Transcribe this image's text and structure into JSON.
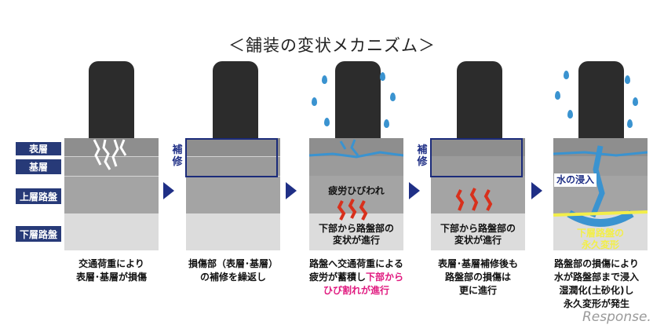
{
  "title": "＜舗装の変状メカニズム＞",
  "layers": {
    "surface": "表層",
    "base": "基層",
    "upper_subbase": "上層路盤",
    "lower_subbase": "下層路盤"
  },
  "repair_label": "補修",
  "panel3": {
    "fatigue": "疲労ひびわれ",
    "note_line1": "下部から路盤部の",
    "note_line2": "変状が進行"
  },
  "panel4": {
    "note_line1": "下部から路盤部の",
    "note_line2": "変状が進行"
  },
  "panel5": {
    "water": "水の浸入",
    "deform_line1": "下層路盤の",
    "deform_line2": "永久変形"
  },
  "captions": [
    [
      "交通荷重により",
      "表層･基層が損傷"
    ],
    [
      "損傷部（表層･基層）",
      "の補修を繰返し"
    ],
    [
      "路盤へ交通荷重による",
      "疲労が蓄積し",
      "下部から",
      "ひび割れが進行"
    ],
    [
      "表層･基層補修後も",
      "路盤部の損傷は",
      "更に進行"
    ],
    [
      "路盤部の損傷により",
      "水が路盤部まで浸入",
      "湿潤化(土砂化)し",
      "永久変形が発生"
    ]
  ],
  "watermark": "Response.",
  "colors": {
    "navy": "#1f2f86",
    "water": "#3a93d0",
    "crack_red": "#d8301c",
    "magenta": "#e0197f",
    "yellow": "#f2ee4a"
  }
}
